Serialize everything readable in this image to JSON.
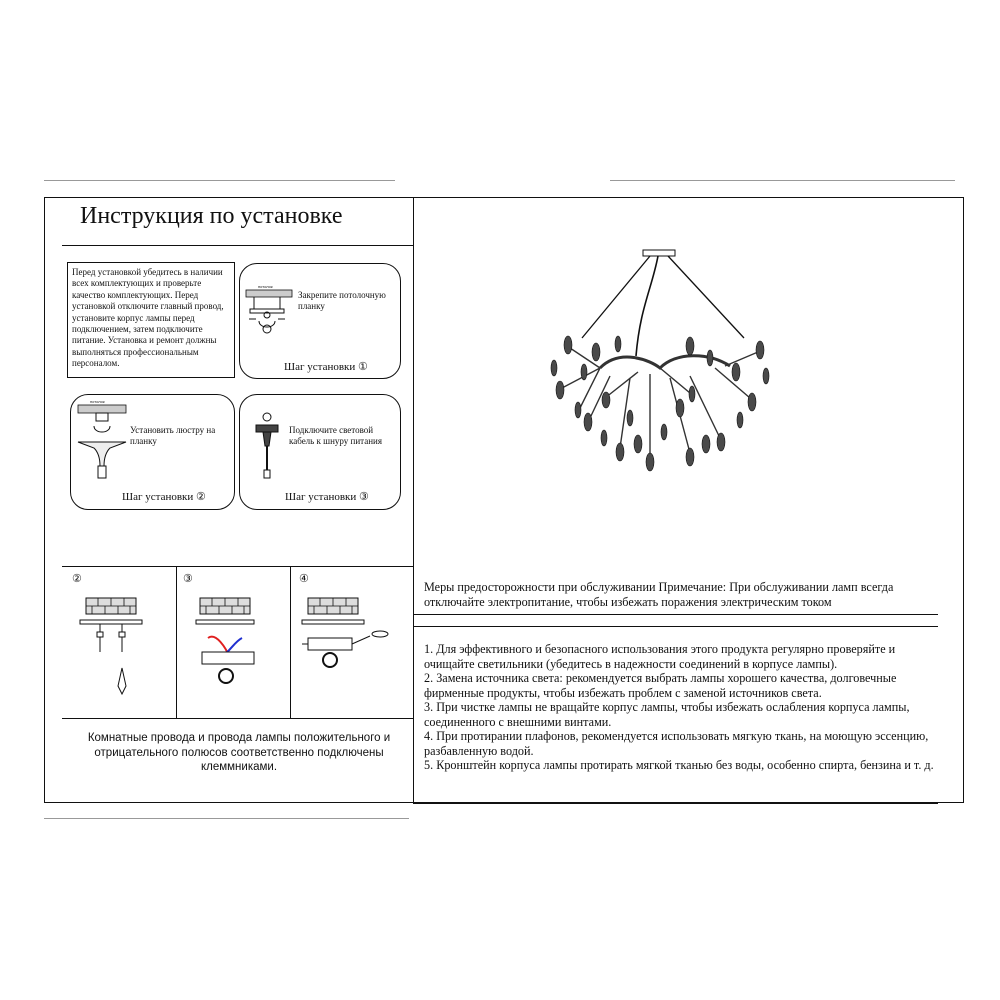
{
  "title": "Инструкция по установке",
  "intro_text": "Перед установкой убедитесь в наличии всех комплектующих и проверьте качество комплектующих. Перед установкой отключите главный провод, установите корпус лампы перед подключением, затем подключите питание. Установка и ремонт должны выполняться профессиональным персоналом.",
  "steps": [
    {
      "caption": "Закрепите потолочную планку",
      "label": "Шаг установки",
      "num": "①",
      "ceiling_tag": "потолок"
    },
    {
      "caption": "Установить люстру на планку",
      "label": "Шаг установки",
      "num": "②",
      "ceiling_tag": "потолок"
    },
    {
      "caption": "Подключите световой кабель к шнуру питания",
      "label": "Шаг установки",
      "num": "③"
    }
  ],
  "wiring": {
    "panels": [
      {
        "num": "②"
      },
      {
        "num": "③"
      },
      {
        "num": "④"
      }
    ],
    "note": "Комнатные провода и провода лампы положительного и отрицательного полюсов соответственно подключены клеммниками."
  },
  "precautions": {
    "heading": "Меры предосторожности при обслуживании Примечание: При обслуживании ламп всегда отключайте электропитание, чтобы избежать поражения электрическим током",
    "items": [
      "1. Для эффективного и безопасного использования этого продукта регулярно проверяйте и очищайте светильники (убедитесь в надежности соединений в корпусе лампы).",
      "2. Замена источника света: рекомендуется выбрать лампы хорошего качества, долговечные фирменные продукты, чтобы избежать проблем с заменой источников света.",
      "3. При чистке лампы не вращайте корпус лампы, чтобы избежать ослабления корпуса лампы, соединенного с внешними винтами.",
      "4. При протирании плафонов, рекомендуется использовать мягкую ткань, на моющую эссенцию, разбавленную водой.",
      "5. Кронштейн корпуса лампы протирать мягкой тканью без воды, особенно спирта, бензина и т. д."
    ]
  },
  "colors": {
    "ink": "#111111",
    "wire_red": "#e02020",
    "wire_blue": "#2030d0"
  }
}
